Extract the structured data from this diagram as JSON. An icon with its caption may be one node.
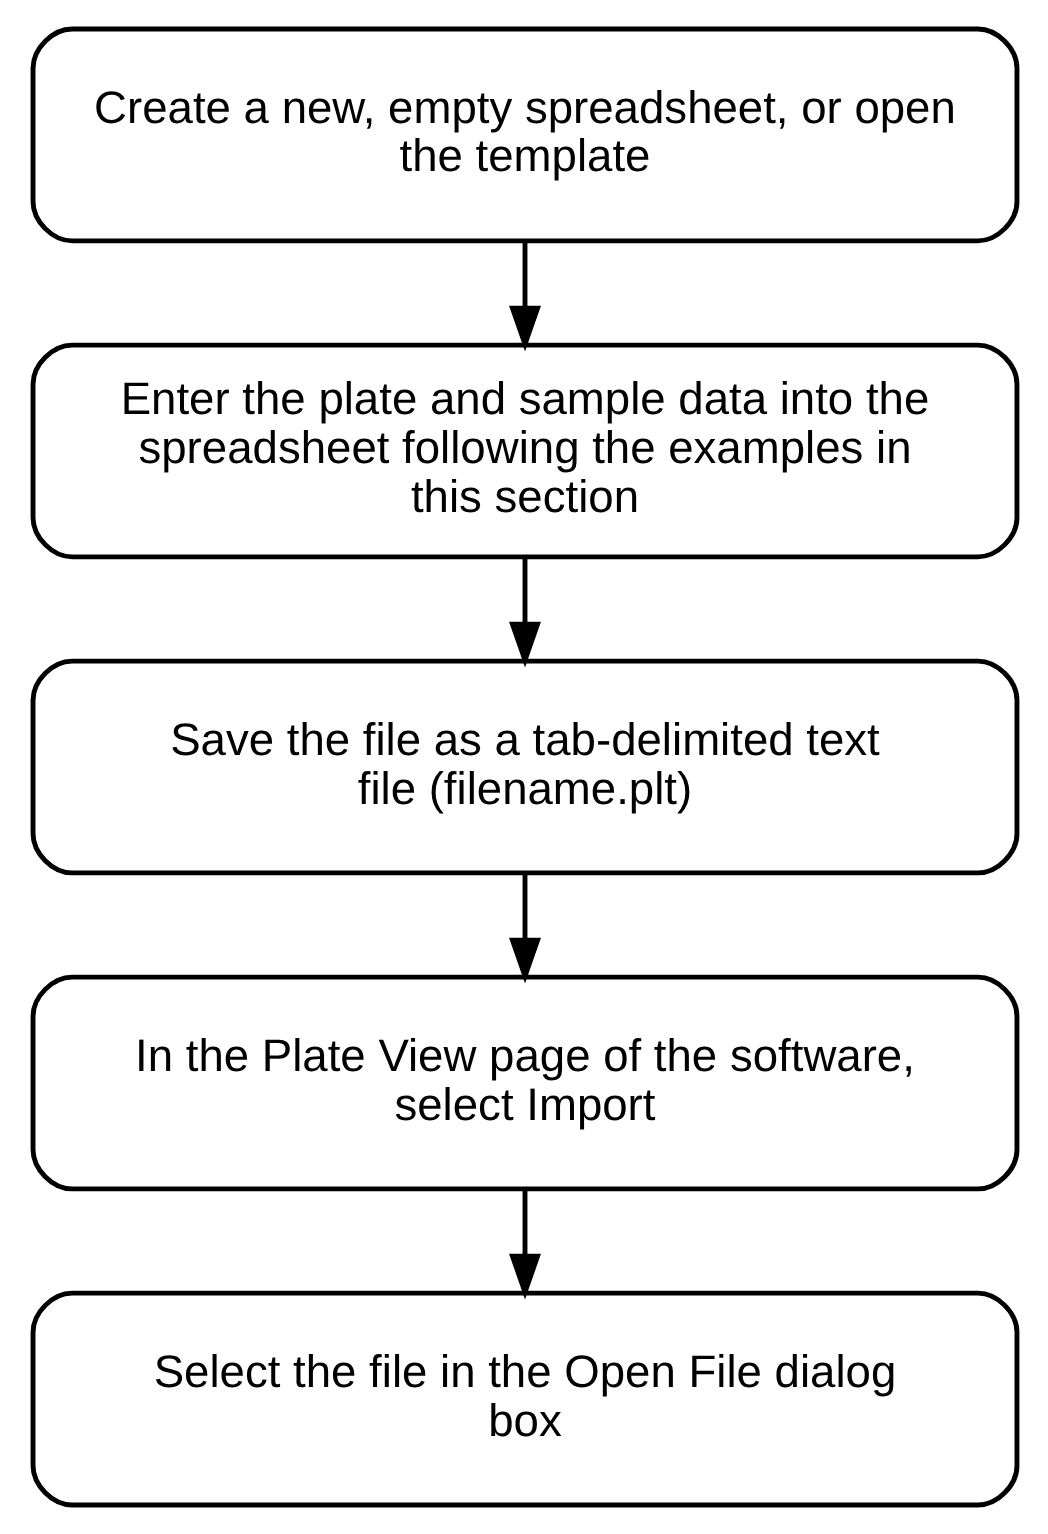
{
  "diagram": {
    "nodes": [
      {
        "text": [
          "Create a new, empty spreadsheet, or open the template"
        ]
      },
      {
        "text": [
          "Enter the plate and sample data into the spreadsheet following the examples in this section"
        ]
      },
      {
        "text": [
          "Save the file as a tab-delimited text file (filename.plt)"
        ]
      },
      {
        "text": [
          "In the Plate View page of the software, select Import"
        ]
      },
      {
        "text": [
          "Select the file in the Open File dialog box"
        ]
      }
    ],
    "edges": [
      {
        "from": 0,
        "to": 1,
        "arrow": "to"
      },
      {
        "from": 1,
        "to": 2,
        "arrow": "to"
      },
      {
        "from": 2,
        "to": 3,
        "arrow": "to"
      },
      {
        "from": 3,
        "to": 4,
        "arrow": "to"
      }
    ]
  }
}
